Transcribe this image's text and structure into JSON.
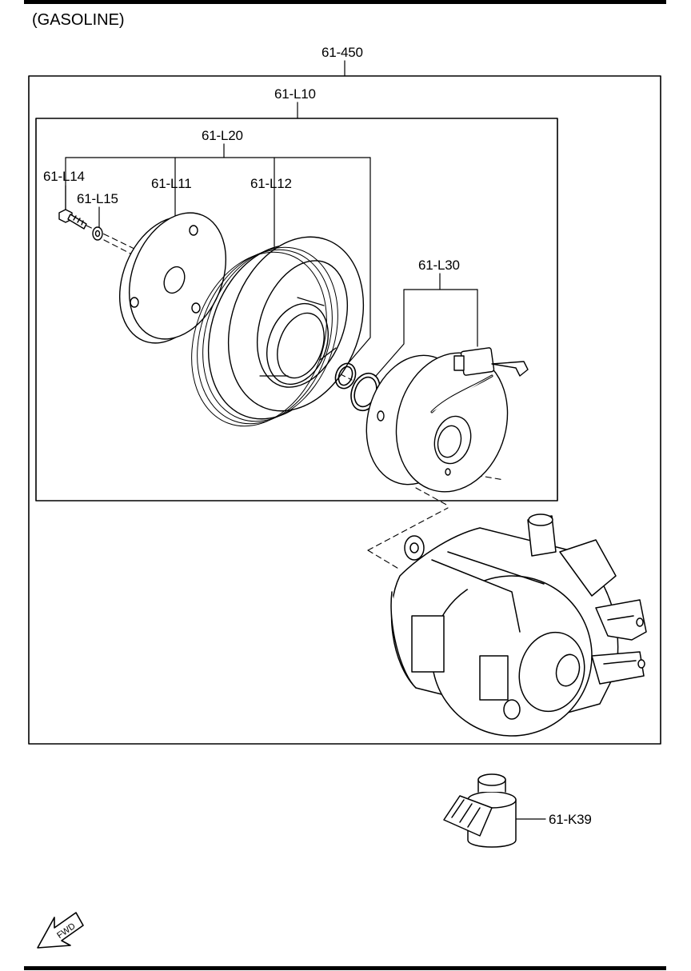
{
  "header": {
    "title": "(GASOLINE)"
  },
  "labels": {
    "assembly": "61-450",
    "clutch_assembly": "61-L10",
    "pulley_set": "61-L20",
    "bolt": "61-L14",
    "washer": "61-L15",
    "hub_plate": "61-L11",
    "pulley": "61-L12",
    "field_coil": "61-L30",
    "switch": "61-K39"
  },
  "footer": {
    "fwd_text": "FWD"
  }
}
